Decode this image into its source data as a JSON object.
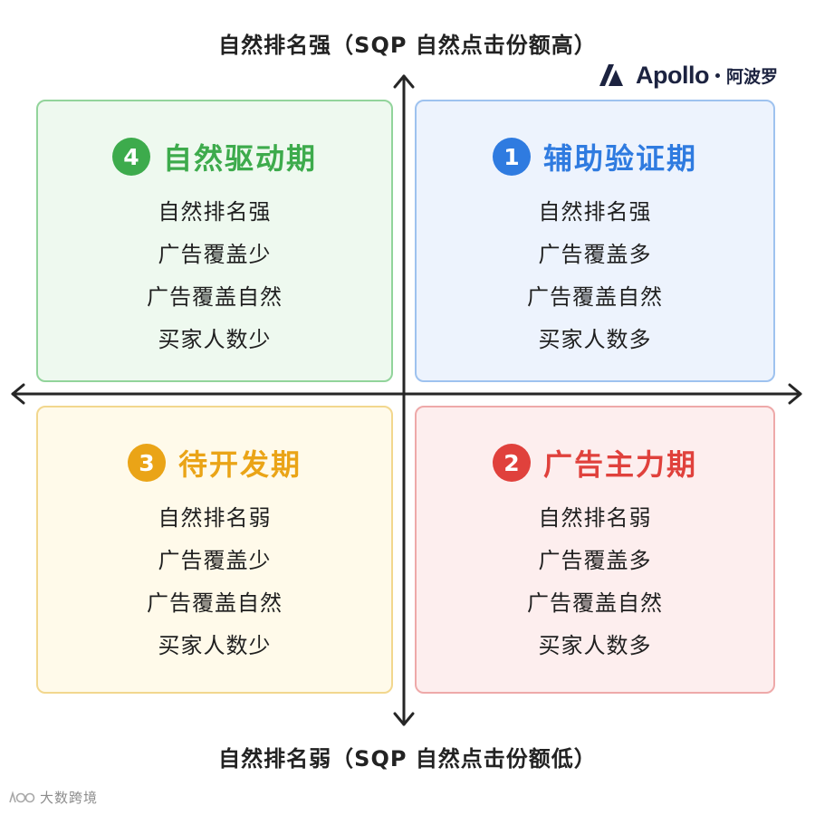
{
  "axes": {
    "top_label": "自然排名强（SQP 自然点击份额高）",
    "bottom_label": "自然排名弱（SQP 自然点击份额低）"
  },
  "logo": {
    "wordmark": "Apollo",
    "chinese": "阿波罗",
    "color": "#1c2340"
  },
  "quadrants": {
    "q1": {
      "number": "1",
      "title": "辅助验证期",
      "accent": "#2f7be0",
      "lines": [
        "自然排名强",
        "广告覆盖多",
        "广告覆盖自然",
        "买家人数多"
      ]
    },
    "q2": {
      "number": "2",
      "title": "广告主力期",
      "accent": "#e0413c",
      "lines": [
        "自然排名弱",
        "广告覆盖多",
        "广告覆盖自然",
        "买家人数多"
      ]
    },
    "q3": {
      "number": "3",
      "title": "待开发期",
      "accent": "#eaa417",
      "lines": [
        "自然排名弱",
        "广告覆盖少",
        "广告覆盖自然",
        "买家人数少"
      ]
    },
    "q4": {
      "number": "4",
      "title": "自然驱动期",
      "accent": "#3dab4c",
      "lines": [
        "自然排名强",
        "广告覆盖少",
        "广告覆盖自然",
        "买家人数少"
      ]
    }
  },
  "watermark": {
    "text": "大数跨境"
  }
}
